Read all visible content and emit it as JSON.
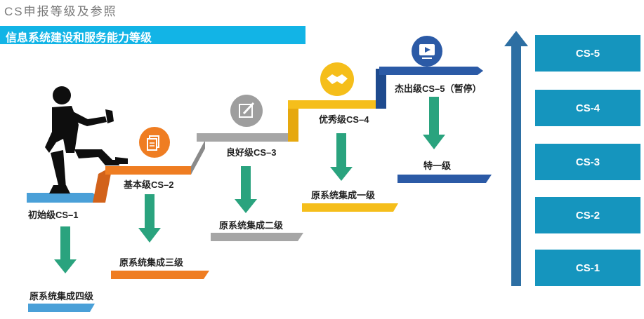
{
  "title": "CS申报等级及参照",
  "banner": "信息系统建设和服务能力等级",
  "stages": [
    {
      "label": "初始级CS–1",
      "result": "原系统集成四级"
    },
    {
      "label": "基本级CS–2",
      "result": "原系统集成三级"
    },
    {
      "label": "良好级CS–3",
      "result": "原系统集成二级"
    },
    {
      "label": "优秀级CS–4",
      "result": "原系统集成一级"
    },
    {
      "label": "杰出级CS–5（暂停）",
      "result": "特一级"
    }
  ],
  "levels": [
    "CS-5",
    "CS-4",
    "CS-3",
    "CS-2",
    "CS-1"
  ],
  "icons": [
    "walking-person-icon",
    "copy-document-icon",
    "edit-pencil-icon",
    "handshake-icon",
    "video-play-icon"
  ],
  "colors": {
    "blue": "#4aa0d8",
    "orange": "#ef7d22",
    "gray": "#a6a6a6",
    "yellow": "#f5be1b",
    "navy": "#2b5aa6",
    "teal_arrow": "#2aa37e",
    "level_box": "#1595be",
    "vertical_arrow": "#2d6fa3",
    "banner": "#12b4e6"
  }
}
